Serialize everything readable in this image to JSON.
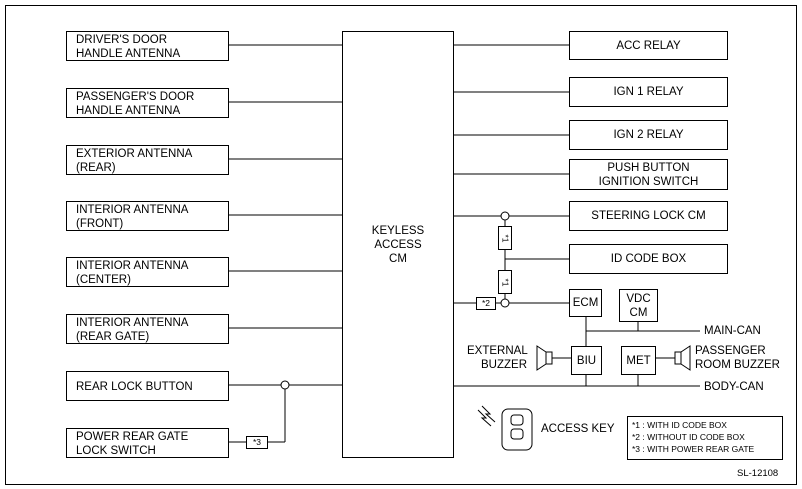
{
  "left_modules": [
    {
      "line1": "DRIVER'S DOOR",
      "line2": "HANDLE ANTENNA"
    },
    {
      "line1": "PASSENGER'S DOOR",
      "line2": "HANDLE ANTENNA"
    },
    {
      "line1": "EXTERIOR ANTENNA",
      "line2": "(REAR)"
    },
    {
      "line1": "INTERIOR ANTENNA",
      "line2": "(FRONT)"
    },
    {
      "line1": "INTERIOR ANTENNA",
      "line2": "(CENTER)"
    },
    {
      "line1": "INTERIOR ANTENNA",
      "line2": "(REAR GATE)"
    },
    {
      "line1": "REAR LOCK BUTTON",
      "line2": ""
    },
    {
      "line1": "POWER REAR GATE",
      "line2": "LOCK SWITCH"
    }
  ],
  "center": {
    "line1": "KEYLESS",
    "line2": "ACCESS",
    "line3": "CM"
  },
  "right_modules": [
    {
      "line1": "ACC RELAY",
      "line2": ""
    },
    {
      "line1": "IGN 1 RELAY",
      "line2": ""
    },
    {
      "line1": "IGN 2 RELAY",
      "line2": ""
    },
    {
      "line1": "PUSH BUTTON",
      "line2": "IGNITION SWITCH"
    },
    {
      "line1": "STEERING LOCK CM",
      "line2": ""
    },
    {
      "line1": "ID CODE BOX",
      "line2": ""
    }
  ],
  "network": {
    "ecm": "ECM",
    "vdc_line1": "VDC",
    "vdc_line2": "CM",
    "biu": "BIU",
    "met": "MET",
    "main_can": "MAIN-CAN",
    "body_can": "BODY-CAN",
    "ext_buzzer_line1": "EXTERNAL",
    "ext_buzzer_line2": "BUZZER",
    "pass_buzzer_line1": "PASSENGER",
    "pass_buzzer_line2": "ROOM BUZZER"
  },
  "access_key": "ACCESS KEY",
  "markers": {
    "m1": "*1",
    "m2": "*2",
    "m3": "*3"
  },
  "notes": [
    {
      "mark": "*1",
      "text": ": WITH ID CODE BOX"
    },
    {
      "mark": "*2",
      "text": ": WITHOUT ID CODE BOX"
    },
    {
      "mark": "*3",
      "text": ": WITH POWER REAR GATE"
    }
  ],
  "figure_id": "SL-12108"
}
